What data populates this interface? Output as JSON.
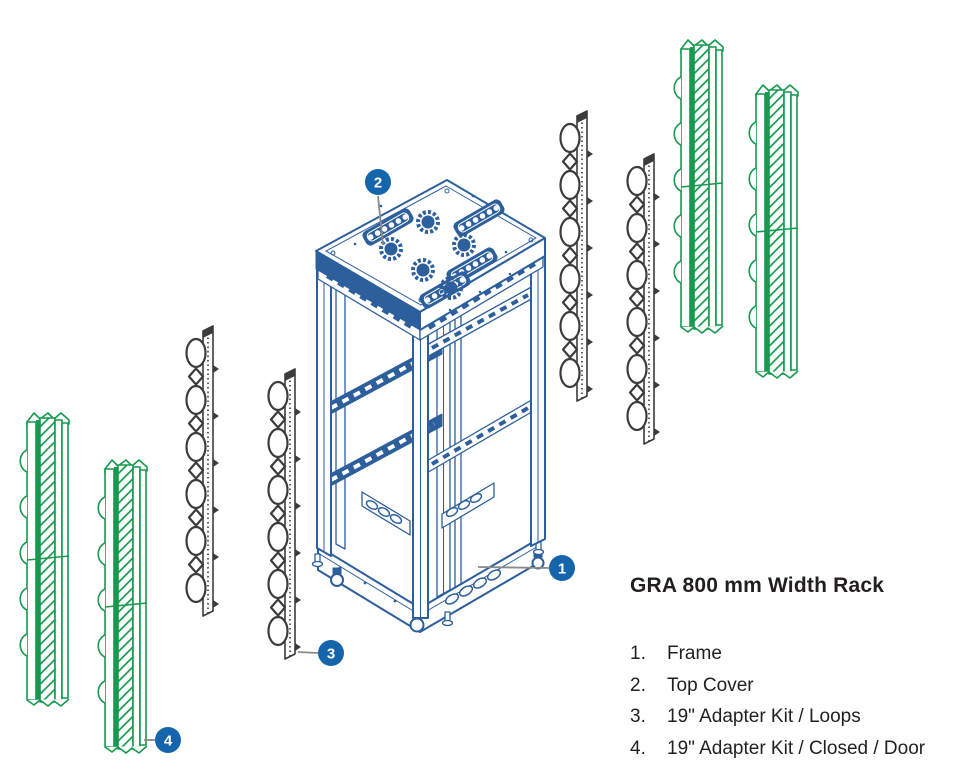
{
  "diagram": {
    "title": "GRA 800 mm Width Rack",
    "parts": [
      {
        "num": "1.",
        "label": "Frame"
      },
      {
        "num": "2.",
        "label": "Top Cover"
      },
      {
        "num": "3.",
        "label": "19\" Adapter Kit / Loops"
      },
      {
        "num": "4.",
        "label": "19\" Adapter Kit / Closed / Door"
      }
    ],
    "callouts": {
      "c1": "1",
      "c2": "2",
      "c3": "3",
      "c4": "4"
    },
    "colors": {
      "rack_blue": "#2d5f9d",
      "callout_blue": "#1565ad",
      "rail_green": "#17994f",
      "rail_dark": "#3c3c3e",
      "leader_gray": "#8a8a8a",
      "text": "#231f20",
      "background": "#ffffff"
    }
  }
}
